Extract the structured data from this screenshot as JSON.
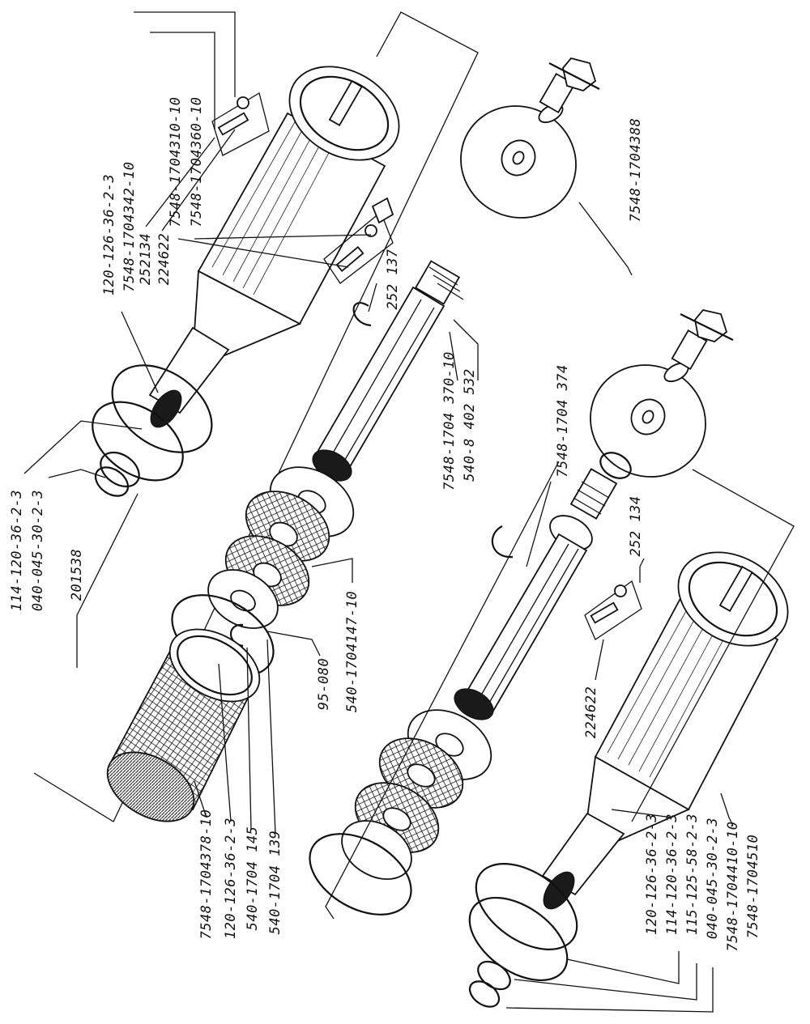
{
  "labels": {
    "a": "7548-1704310-10",
    "b": "7548-1704360-10",
    "c": "7548-1704342-10",
    "d": "120-126-36-2-3",
    "e": "252134",
    "f": "224622",
    "g": "252 137",
    "h": "114-120-36-2-3",
    "i": "040-045-30-2-3",
    "j": "201538",
    "k": "7548-1704388",
    "l": "7548-1704 370-10",
    "m": "540-8 402 532",
    "n": "7548-1704 374",
    "o": "540-1704147-10",
    "p": "95-080",
    "q": "7548-1704378-10",
    "r": "120-126-36-2-3",
    "s": "540-1704 145",
    "t": "540-1704 139",
    "u": "252 134",
    "v": "224622",
    "w": "120-126-36-2-3",
    "x": "114-120-36-2-3",
    "y": "115-125-58-2-3",
    "z": "040-045-30-2-3",
    "aa": "7548-1704410-10",
    "ab": "7548-1704510"
  }
}
